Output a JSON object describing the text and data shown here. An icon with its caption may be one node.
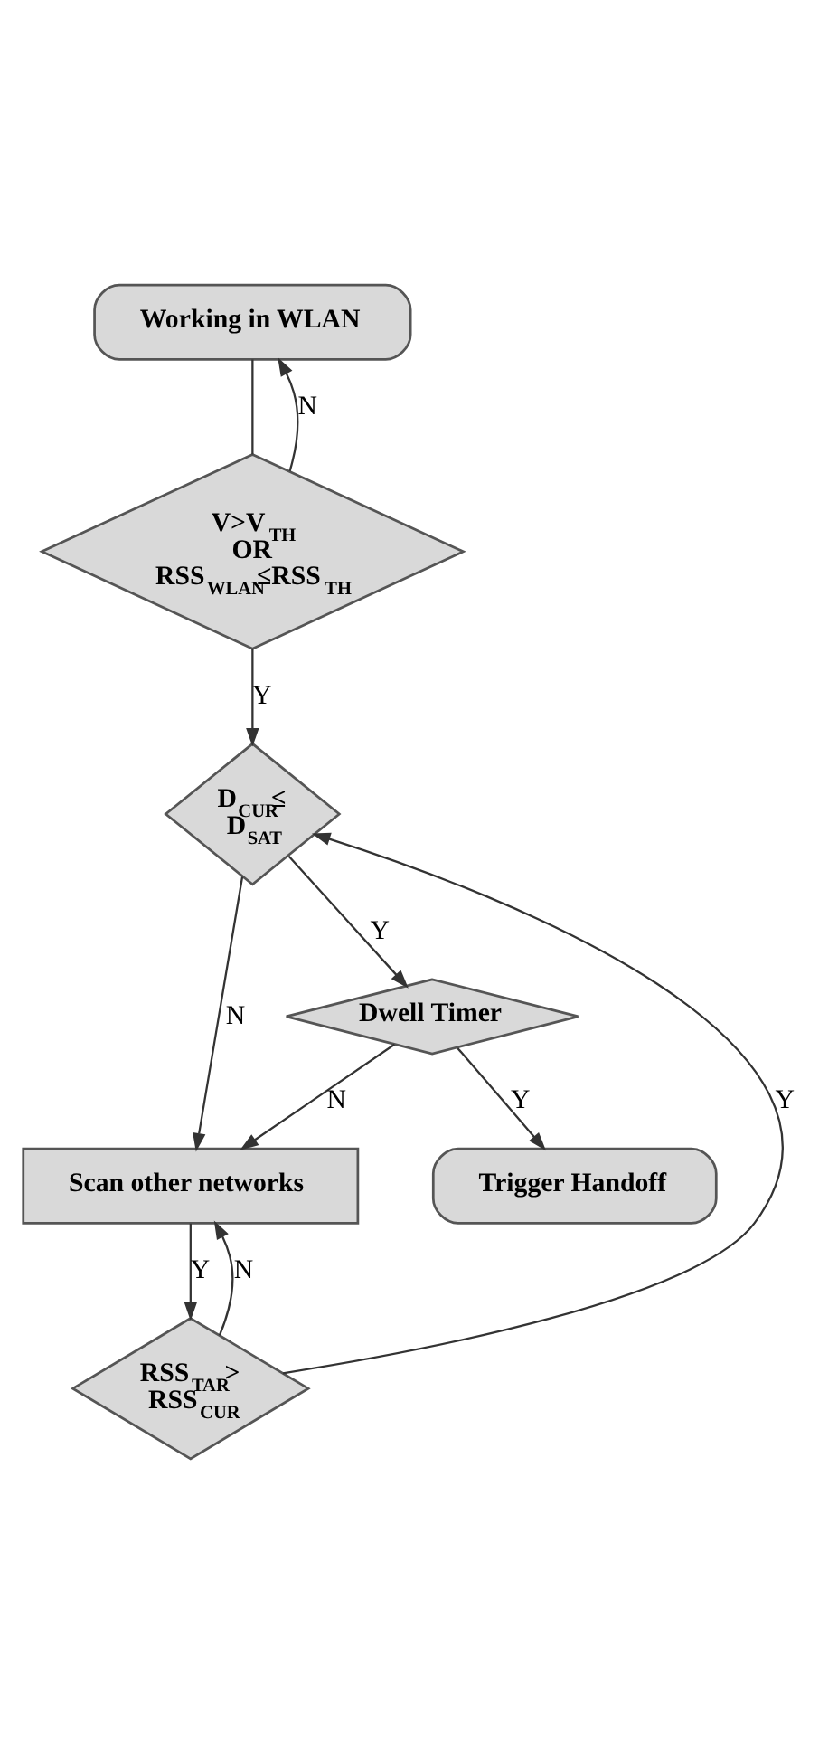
{
  "diagram": {
    "nodes": [
      {
        "text": [
          "Working in WLAN"
        ]
      },
      {
        "text": [
          "V>V$_{TH}$ OR RSS$_{WLAN}$≤RSS$_{TH}$"
        ]
      },
      {
        "text": [
          "D$_{CUR}$≤ D$_{SAT}$"
        ]
      },
      {
        "text": [
          "Dwell Timer"
        ]
      },
      {
        "text": [
          "Scan other networks"
        ]
      },
      {
        "text": [
          "RSS$_{TAR}$> RSS$_{CUR}$"
        ]
      },
      {
        "text": [
          "Trigger Handoff"
        ]
      }
    ],
    "edges": [
      {
        "from": 0,
        "to": 1,
        "arrow": "none"
      },
      {
        "from": 1,
        "to": 0,
        "arrow": "to",
        "label": "N"
      },
      {
        "from": 1,
        "to": 2,
        "arrow": "to",
        "label": "Y"
      },
      {
        "from": 2,
        "to": 3,
        "arrow": "to",
        "label": "Y"
      },
      {
        "from": 2,
        "to": 4,
        "arrow": "to",
        "label": "N"
      },
      {
        "from": 3,
        "to": 4,
        "arrow": "to",
        "label": "N"
      },
      {
        "from": 3,
        "to": 6,
        "arrow": "to",
        "label": "Y"
      },
      {
        "from": 4,
        "to": 5,
        "arrow": "to",
        "label": "Y"
      },
      {
        "from": 5,
        "to": 4,
        "arrow": "to",
        "label": "N"
      },
      {
        "from": 5,
        "to": 2,
        "arrow": "to",
        "label": "Y"
      }
    ]
  }
}
